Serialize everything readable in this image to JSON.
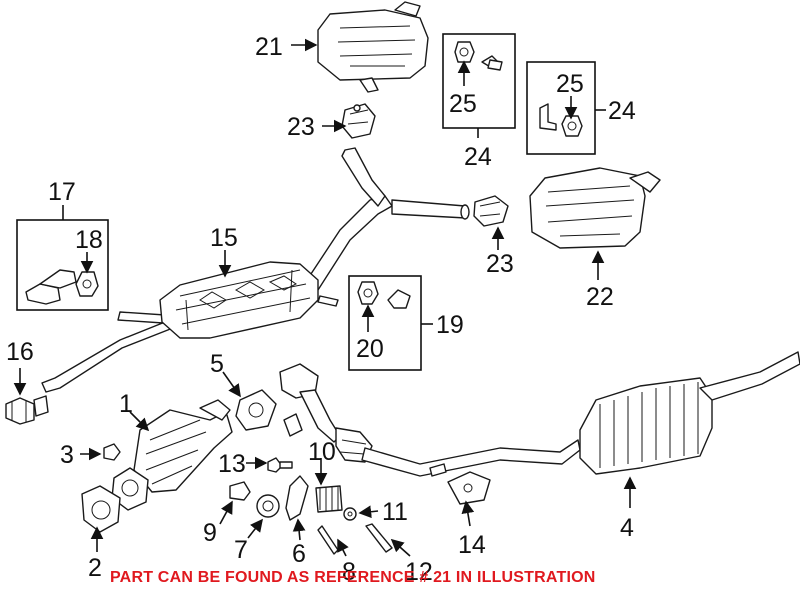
{
  "callouts": [
    "21",
    "23",
    "25",
    "24",
    "25",
    "24",
    "17",
    "18",
    "15",
    "23",
    "22",
    "19",
    "20",
    "16",
    "5",
    "1",
    "3",
    "13",
    "10",
    "11",
    "9",
    "7",
    "6",
    "8",
    "2",
    "12",
    "14",
    "4"
  ],
  "note": "PART CAN BE FOUND AS REFERENCE # 21 IN ILLUSTRATION",
  "colors": {
    "note": "#e0191f",
    "ink": "#1a1a1a"
  }
}
